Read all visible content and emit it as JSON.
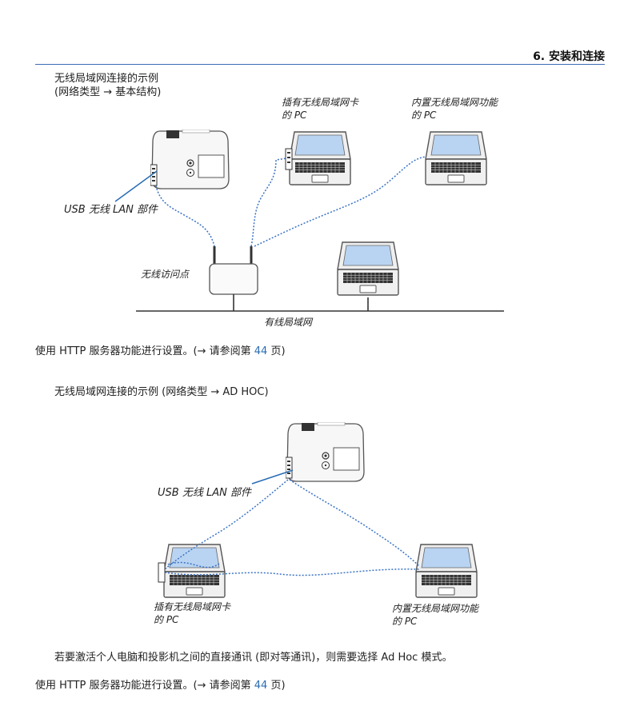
{
  "header": {
    "chapter_title": "6. 安装和连接"
  },
  "section1": {
    "title_line1": "无线局域网连接的示例",
    "title_line2": "(网络类型 → 基本结构)",
    "label_pc_card_line1": "插有无线局域网卡",
    "label_pc_card_line2": "的 PC",
    "label_pc_builtin_line1": "内置无线局域网功能",
    "label_pc_builtin_line2": "的 PC",
    "label_usb": "USB 无线 LAN 部件",
    "label_access_point": "无线访问点",
    "label_wired_lan": "有线局域网"
  },
  "note1": {
    "text_before": "使用 HTTP 服务器功能进行设置。(→ 请参阅第 ",
    "page": "44",
    "text_after": " 页)"
  },
  "section2": {
    "title": "无线局域网连接的示例 (网络类型 → AD HOC)",
    "label_usb": "USB 无线 LAN 部件",
    "label_pc_card_line1": "插有无线局域网卡",
    "label_pc_card_line2": "的 PC",
    "label_pc_builtin_line1": "内置无线局域网功能",
    "label_pc_builtin_line2": "的 PC"
  },
  "adhoc_note": "若要激活个人电脑和投影机之间的直接通讯 (即对等通讯)，则需要选择 Ad Hoc 模式。",
  "note2": {
    "text_before": "使用 HTTP 服务器功能进行设置。(→ 请参阅第 ",
    "page": "44",
    "text_after": " 页)"
  },
  "colors": {
    "accent_line": "#3b6fb6",
    "link": "#2a6db3",
    "wireless_dots": "#3b73c4",
    "screen": "#b9d4f2"
  }
}
